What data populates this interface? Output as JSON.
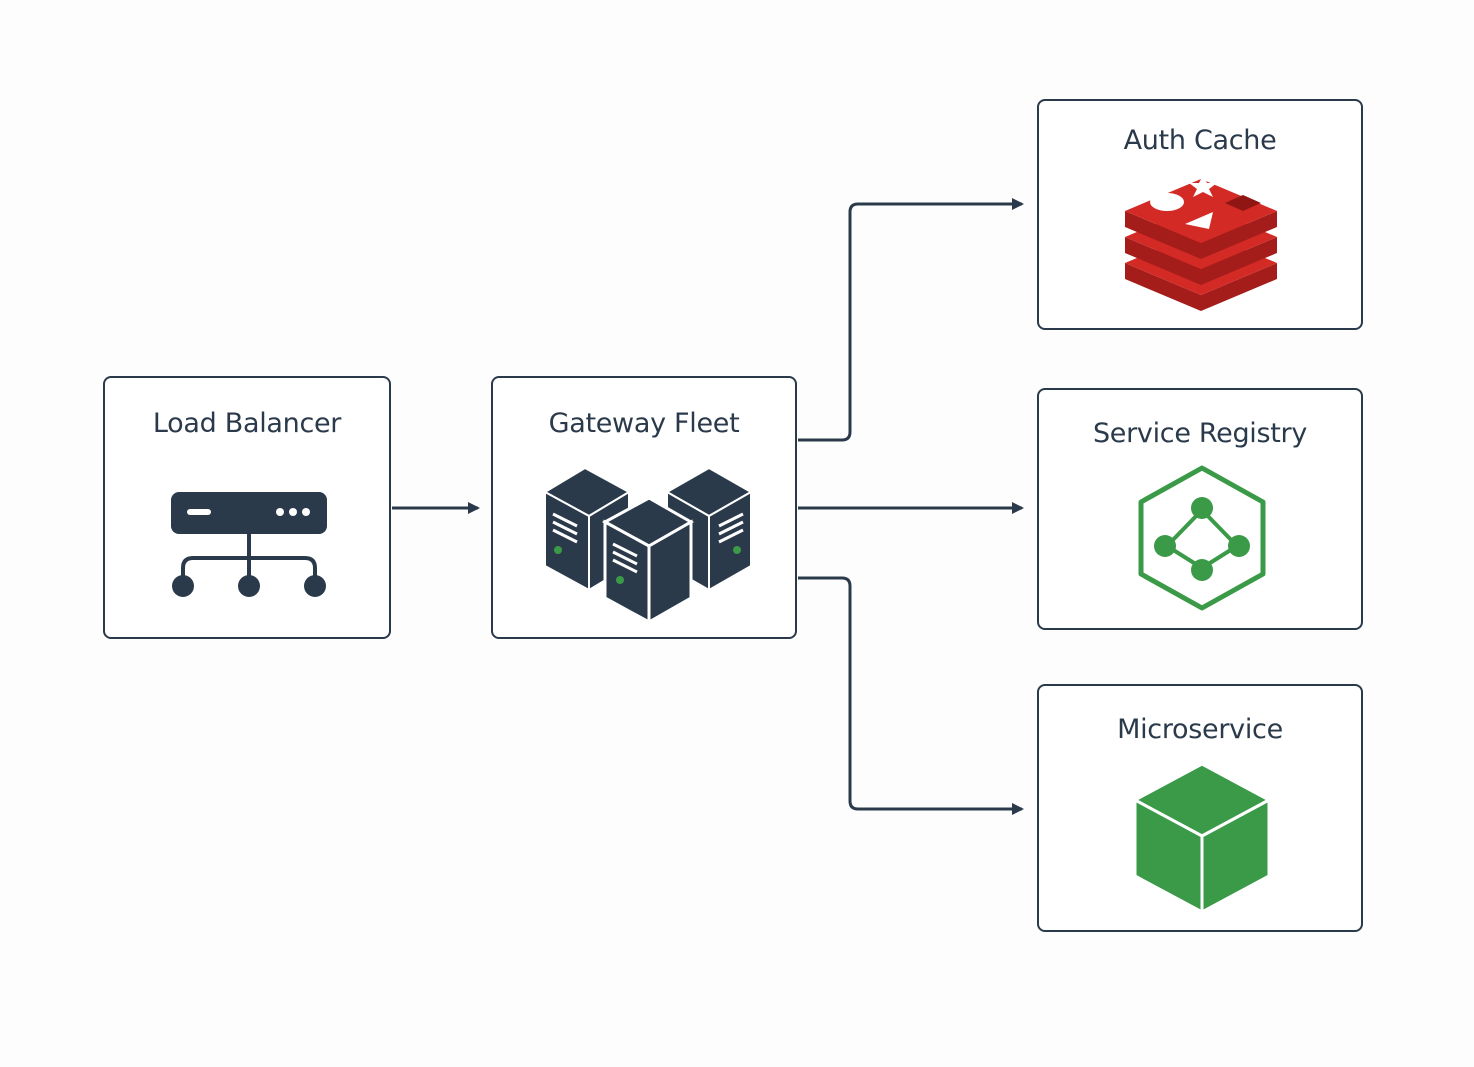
{
  "diagram": {
    "nodes": {
      "load_balancer": {
        "label": "Load Balancer",
        "icon": "load-balancer-icon"
      },
      "gateway_fleet": {
        "label": "Gateway Fleet",
        "icon": "server-cluster-icon"
      },
      "auth_cache": {
        "label": "Auth Cache",
        "icon": "redis-icon"
      },
      "service_registry": {
        "label": "Service Registry",
        "icon": "service-graph-icon"
      },
      "microservice": {
        "label": "Microservice",
        "icon": "cube-icon"
      }
    },
    "edges": [
      {
        "from": "Load Balancer",
        "to": "Gateway Fleet"
      },
      {
        "from": "Gateway Fleet",
        "to": "Auth Cache"
      },
      {
        "from": "Gateway Fleet",
        "to": "Service Registry"
      },
      {
        "from": "Gateway Fleet",
        "to": "Microservice"
      }
    ]
  },
  "colors": {
    "stroke": "#2b3a4b",
    "redis_red": "#d42a25",
    "redis_dark": "#a51d1a",
    "green": "#3a9a47",
    "green_dark": "#2d7d38"
  }
}
